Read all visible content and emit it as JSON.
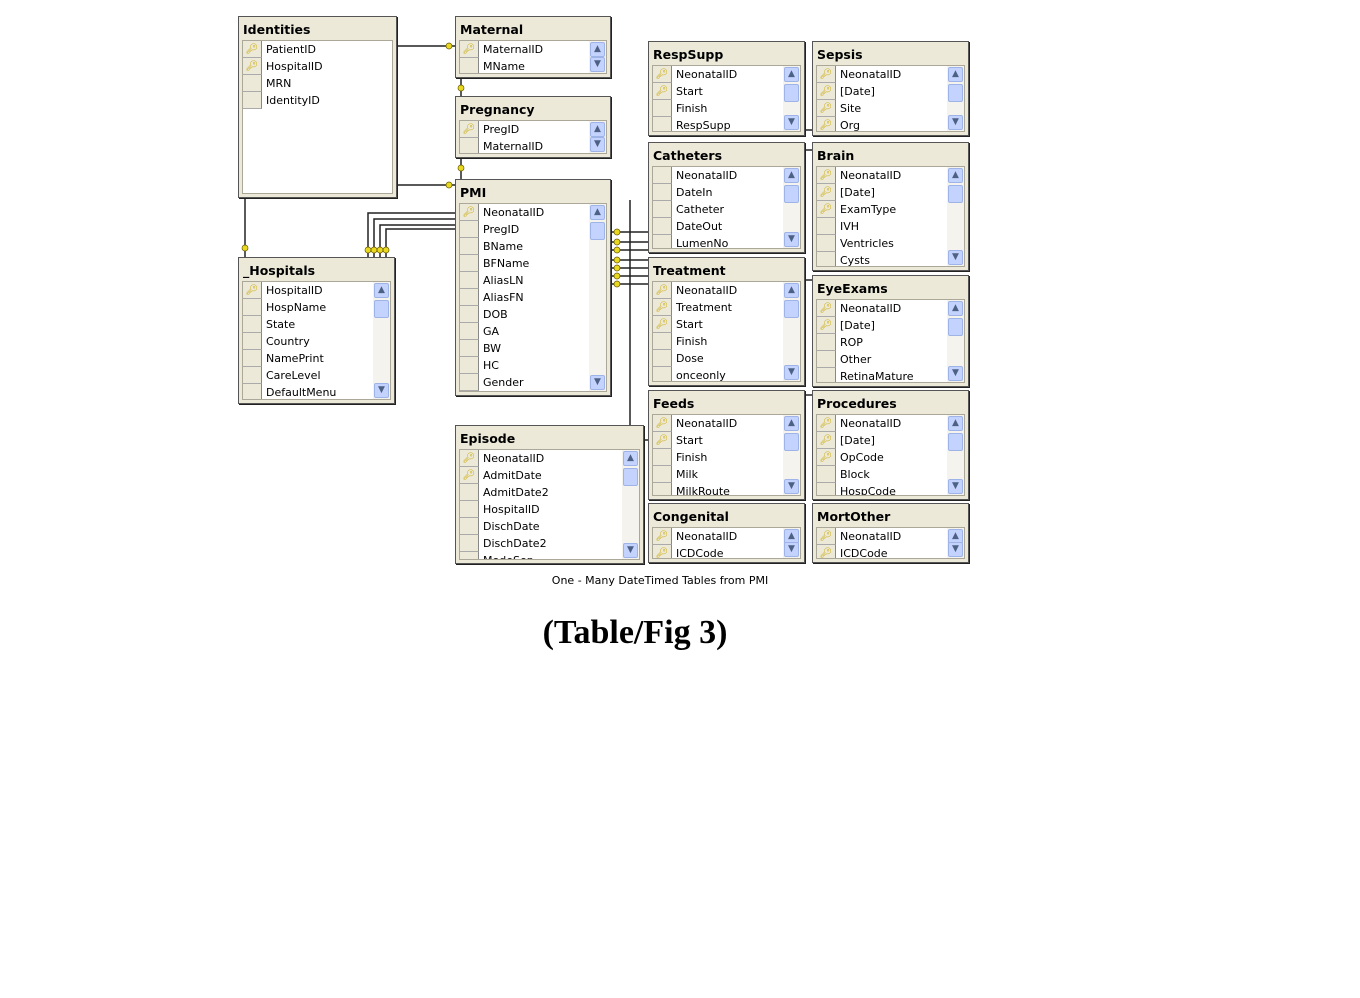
{
  "tables": [
    {
      "id": "identities",
      "name": "Identities",
      "scroll": false,
      "rows": [
        {
          "f": "PatientID",
          "k": true
        },
        {
          "f": "HospitalID",
          "k": true
        },
        {
          "f": "MRN",
          "k": false
        },
        {
          "f": "IdentityID",
          "k": false
        }
      ]
    },
    {
      "id": "maternal",
      "name": "Maternal",
      "scroll": true,
      "rows": [
        {
          "f": "MaternalID",
          "k": true
        },
        {
          "f": "MName",
          "k": false
        }
      ]
    },
    {
      "id": "pregnancy",
      "name": "Pregnancy",
      "scroll": true,
      "rows": [
        {
          "f": "PregID",
          "k": true
        },
        {
          "f": "MaternalID",
          "k": false
        }
      ]
    },
    {
      "id": "pmi",
      "name": "PMI",
      "scroll": true,
      "rows": [
        {
          "f": "NeonatalID",
          "k": true
        },
        {
          "f": "PregID",
          "k": false
        },
        {
          "f": "BName",
          "k": false
        },
        {
          "f": "BFName",
          "k": false
        },
        {
          "f": "AliasLN",
          "k": false
        },
        {
          "f": "AliasFN",
          "k": false
        },
        {
          "f": "DOB",
          "k": false
        },
        {
          "f": "GA",
          "k": false
        },
        {
          "f": "BW",
          "k": false
        },
        {
          "f": "HC",
          "k": false
        },
        {
          "f": "Gender",
          "k": false
        },
        {
          "f": "",
          "k": false
        }
      ]
    },
    {
      "id": "hospitals",
      "name": "_Hospitals",
      "scroll": true,
      "rows": [
        {
          "f": "HospitalID",
          "k": true
        },
        {
          "f": "HospName",
          "k": false
        },
        {
          "f": "State",
          "k": false
        },
        {
          "f": "Country",
          "k": false
        },
        {
          "f": "NamePrint",
          "k": false
        },
        {
          "f": "CareLevel",
          "k": false
        },
        {
          "f": "DefaultMenu",
          "k": false
        }
      ]
    },
    {
      "id": "episode",
      "name": "Episode",
      "scroll": true,
      "rows": [
        {
          "f": "NeonatalID",
          "k": true
        },
        {
          "f": "AdmitDate",
          "k": true
        },
        {
          "f": "AdmitDate2",
          "k": false
        },
        {
          "f": "HospitalID",
          "k": false
        },
        {
          "f": "DischDate",
          "k": false
        },
        {
          "f": "DischDate2",
          "k": false
        },
        {
          "f": "ModeSep",
          "k": false
        }
      ]
    },
    {
      "id": "respsupp",
      "name": "RespSupp",
      "scroll": true,
      "rows": [
        {
          "f": "NeonatalID",
          "k": true
        },
        {
          "f": "Start",
          "k": true
        },
        {
          "f": "Finish",
          "k": false
        },
        {
          "f": "RespSupp",
          "k": false
        }
      ]
    },
    {
      "id": "sepsis",
      "name": "Sepsis",
      "scroll": true,
      "rows": [
        {
          "f": "NeonatalID",
          "k": true
        },
        {
          "f": "[Date]",
          "k": true
        },
        {
          "f": "Site",
          "k": true
        },
        {
          "f": "Org",
          "k": true
        }
      ]
    },
    {
      "id": "catheters",
      "name": "Catheters",
      "scroll": true,
      "rows": [
        {
          "f": "NeonatalID",
          "k": false
        },
        {
          "f": "DateIn",
          "k": false
        },
        {
          "f": "Catheter",
          "k": false
        },
        {
          "f": "DateOut",
          "k": false
        },
        {
          "f": "LumenNo",
          "k": false
        }
      ]
    },
    {
      "id": "brain",
      "name": "Brain",
      "scroll": true,
      "rows": [
        {
          "f": "NeonatalID",
          "k": true
        },
        {
          "f": "[Date]",
          "k": true
        },
        {
          "f": "ExamType",
          "k": true
        },
        {
          "f": "IVH",
          "k": false
        },
        {
          "f": "Ventricles",
          "k": false
        },
        {
          "f": "Cysts",
          "k": false
        }
      ]
    },
    {
      "id": "treatment",
      "name": "Treatment",
      "scroll": true,
      "rows": [
        {
          "f": "NeonatalID",
          "k": true
        },
        {
          "f": "Treatment",
          "k": true
        },
        {
          "f": "Start",
          "k": true
        },
        {
          "f": "Finish",
          "k": false
        },
        {
          "f": "Dose",
          "k": false
        },
        {
          "f": "onceonly",
          "k": false
        }
      ]
    },
    {
      "id": "eyeexams",
      "name": "EyeExams",
      "scroll": true,
      "rows": [
        {
          "f": "NeonatalID",
          "k": true
        },
        {
          "f": "[Date]",
          "k": true
        },
        {
          "f": "ROP",
          "k": false
        },
        {
          "f": "Other",
          "k": false
        },
        {
          "f": "RetinaMature",
          "k": false
        }
      ]
    },
    {
      "id": "feeds",
      "name": "Feeds",
      "scroll": true,
      "rows": [
        {
          "f": "NeonatalID",
          "k": true
        },
        {
          "f": "Start",
          "k": true
        },
        {
          "f": "Finish",
          "k": false
        },
        {
          "f": "Milk",
          "k": false
        },
        {
          "f": "MilkRoute",
          "k": false
        }
      ]
    },
    {
      "id": "procedures",
      "name": "Procedures",
      "scroll": true,
      "rows": [
        {
          "f": "NeonatalID",
          "k": true
        },
        {
          "f": "[Date]",
          "k": true
        },
        {
          "f": "OpCode",
          "k": true
        },
        {
          "f": "Block",
          "k": false
        },
        {
          "f": "HospCode",
          "k": false
        }
      ]
    },
    {
      "id": "congenital",
      "name": "Congenital",
      "scroll": true,
      "rows": [
        {
          "f": "NeonatalID",
          "k": true
        },
        {
          "f": "ICDCode",
          "k": true
        }
      ]
    },
    {
      "id": "mortother",
      "name": "MortOther",
      "scroll": true,
      "rows": [
        {
          "f": "NeonatalID",
          "k": true
        },
        {
          "f": "ICDCode",
          "k": true
        }
      ]
    }
  ],
  "caption": "One - Many DateTimed Tables from PMI",
  "figure_label": "(Table/Fig 3)"
}
